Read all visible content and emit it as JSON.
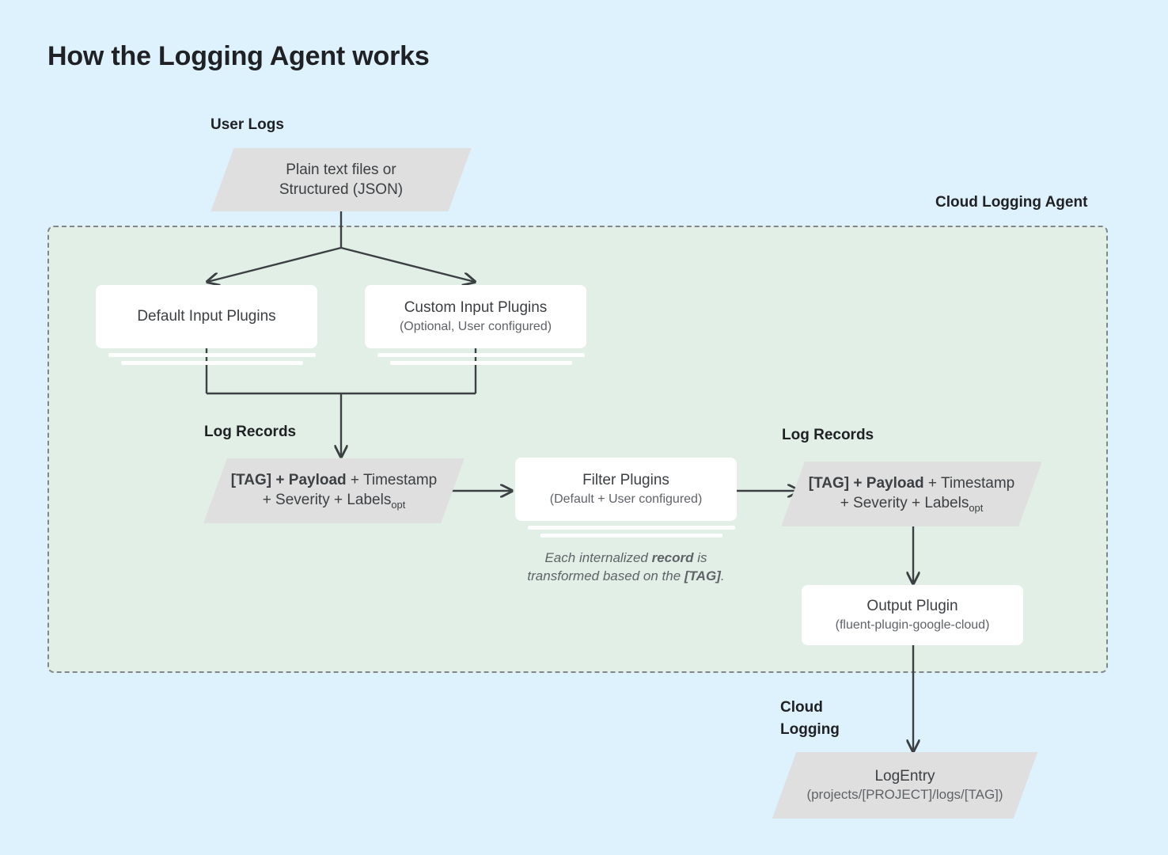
{
  "page": {
    "title": "How the Logging Agent works",
    "background_color": "#ddf2fd"
  },
  "labels": {
    "user_logs": "User Logs",
    "cloud_logging_agent": "Cloud Logging Agent",
    "log_records_left": "Log Records",
    "log_records_right": "Log Records",
    "cloud_logging_line1": "Cloud",
    "cloud_logging_line2": "Logging"
  },
  "nodes": {
    "user_logs_source": {
      "line1": "Plain text files or",
      "line2": "Structured (JSON)",
      "shape": "parallelogram",
      "fill": "#dfdfdf"
    },
    "default_input_plugins": {
      "title": "Default Input Plugins",
      "subtitle": "",
      "shape": "stacked-box",
      "fill": "#ffffff"
    },
    "custom_input_plugins": {
      "title": "Custom Input Plugins",
      "subtitle": "(Optional, User configured)",
      "shape": "stacked-box",
      "fill": "#ffffff"
    },
    "log_record_left": {
      "line1_a": "[TAG] + Payload",
      "line1_b": " + Timestamp",
      "line2_a": "+ Severity + Labels",
      "line2_sub": "opt",
      "shape": "parallelogram",
      "fill": "#dfdfdf"
    },
    "filter_plugins": {
      "title": "Filter Plugins",
      "subtitle": "(Default + User configured)",
      "shape": "stacked-box",
      "fill": "#ffffff"
    },
    "log_record_right": {
      "line1_a": "[TAG] + Payload",
      "line1_b": " + Timestamp",
      "line2_a": "+ Severity + Labels",
      "line2_sub": "opt",
      "shape": "parallelogram",
      "fill": "#dfdfdf"
    },
    "output_plugin": {
      "title": "Output Plugin",
      "subtitle": "(fluent-plugin-google-cloud)",
      "shape": "box",
      "fill": "#ffffff"
    },
    "log_entry": {
      "title": "LogEntry",
      "subtitle": "(projects/[PROJECT]/logs/[TAG])",
      "shape": "parallelogram",
      "fill": "#dfdfdf"
    }
  },
  "annotations": {
    "transform_note": {
      "line1_a": "Each internalized ",
      "line1_b": "record",
      "line1_c": " is",
      "line2_a": "transformed based on the ",
      "line2_b": "[TAG]",
      "line2_c": "."
    }
  },
  "container": {
    "agent_fill": "#e2efe7",
    "agent_border": "#80868b",
    "agent_border_style": "dashed"
  },
  "connectors": {
    "stroke_color": "#3c4043",
    "items": [
      {
        "name": "source-to-split",
        "type": "vertical"
      },
      {
        "name": "split-to-default-input",
        "type": "diagonal-arrow"
      },
      {
        "name": "split-to-custom-input",
        "type": "diagonal-arrow"
      },
      {
        "name": "inputs-merge-to-log-records",
        "type": "merge-arrow"
      },
      {
        "name": "log-records-to-filter",
        "type": "horizontal-arrow"
      },
      {
        "name": "filter-to-log-records-right",
        "type": "horizontal-arrow"
      },
      {
        "name": "log-records-right-to-output",
        "type": "vertical-arrow"
      },
      {
        "name": "output-to-logentry",
        "type": "vertical-arrow"
      }
    ]
  }
}
